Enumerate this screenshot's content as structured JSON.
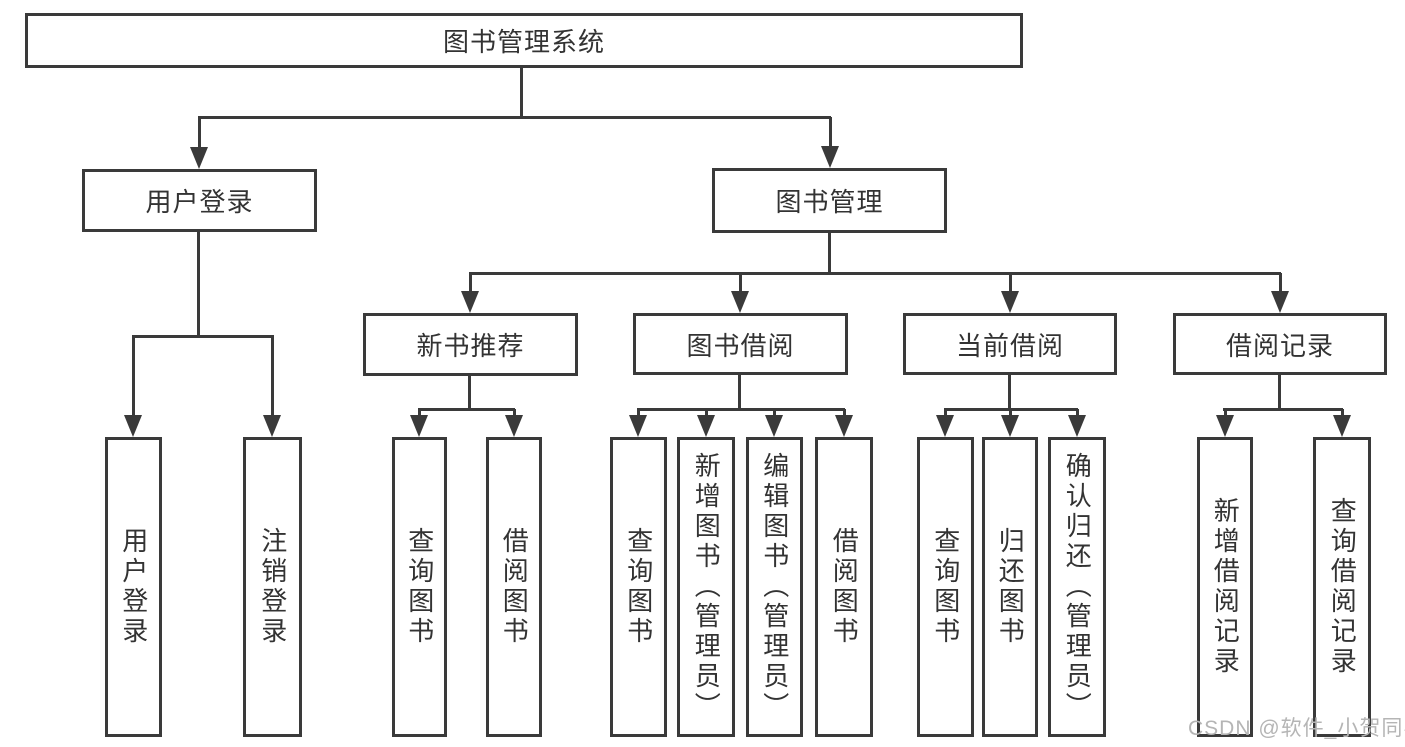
{
  "tree": {
    "root": {
      "label": "图书管理系统"
    },
    "branches": [
      {
        "label": "用户登录",
        "children": [
          {
            "label": "用户登录"
          },
          {
            "label": "注销登录"
          }
        ]
      },
      {
        "label": "图书管理",
        "groups": [
          {
            "label": "新书推荐",
            "children": [
              {
                "label": "查询图书"
              },
              {
                "label": "借阅图书"
              }
            ]
          },
          {
            "label": "图书借阅",
            "children": [
              {
                "label": "查询图书"
              },
              {
                "label": "新增图书（管理员）"
              },
              {
                "label": "编辑图书（管理员）"
              },
              {
                "label": "借阅图书"
              }
            ]
          },
          {
            "label": "当前借阅",
            "children": [
              {
                "label": "查询图书"
              },
              {
                "label": "归还图书"
              },
              {
                "label": "确认归还（管理员）"
              }
            ]
          },
          {
            "label": "借阅记录",
            "children": [
              {
                "label": "新增借阅记录"
              },
              {
                "label": "查询借阅记录"
              }
            ]
          }
        ]
      }
    ]
  },
  "watermark": {
    "text": "CSDN @软件_小贺同学"
  },
  "colors": {
    "line": "#3a3a3a",
    "border": "#3a3a3a",
    "text": "#333333",
    "background": "#ffffff",
    "watermark": "#b5b5b5"
  }
}
